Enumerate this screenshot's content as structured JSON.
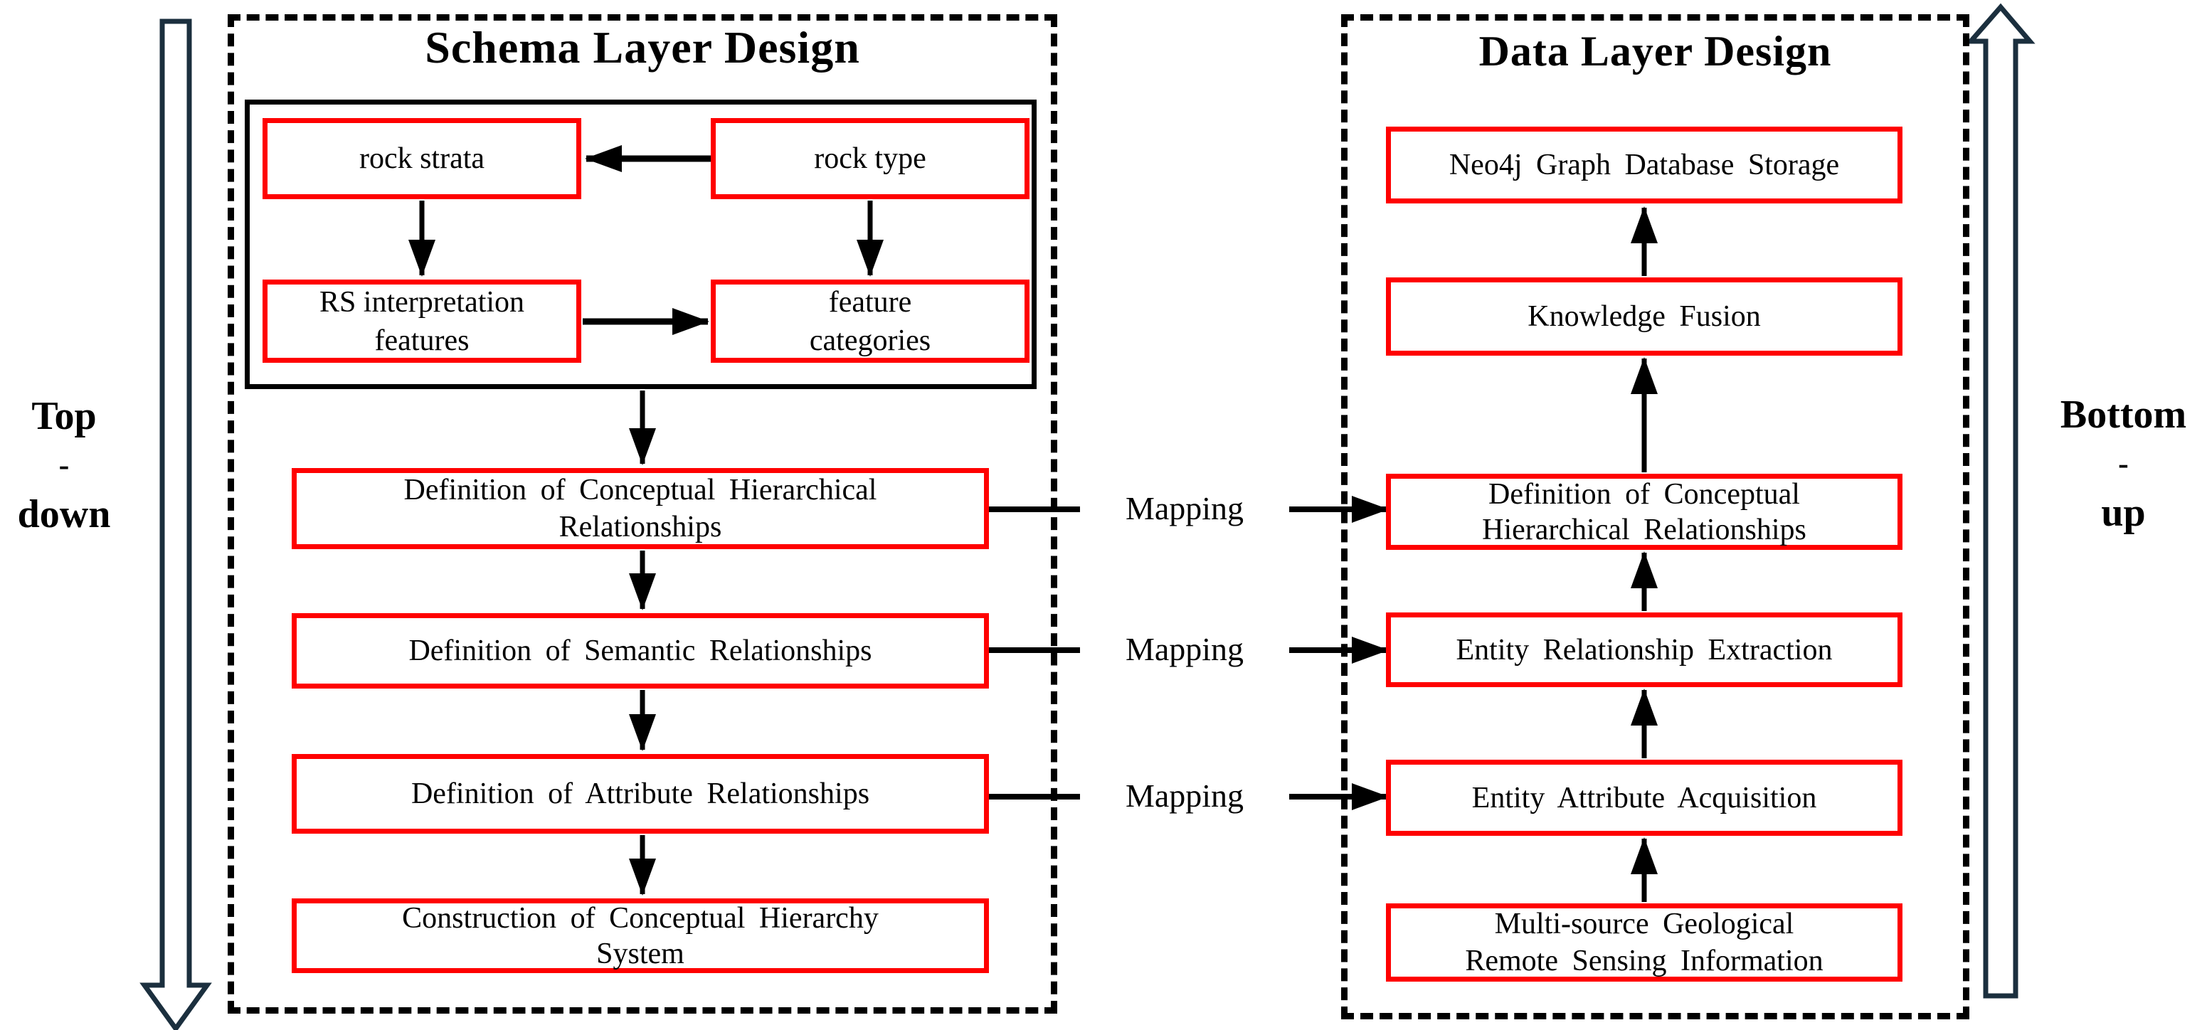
{
  "left_panel": {
    "title": "Schema Layer Design",
    "grid": {
      "rock_strata": "rock strata",
      "rock_type": "rock type",
      "rs_interpretation": {
        "l1": "RS interpretation",
        "l2": "features"
      },
      "feature_categories": {
        "l1": "feature",
        "l2": "categories"
      }
    },
    "flow": [
      {
        "l1": "Definition  of Conceptual Hierarchical",
        "l2": "Relationships"
      },
      {
        "l1": "Definition  of Semantic  Relationships"
      },
      {
        "l1": "Definition  of Attribute  Relationships"
      },
      {
        "l1": "Construction of Conceptual Hierarchy",
        "l2": "System"
      }
    ]
  },
  "right_panel": {
    "title": "Data Layer Design",
    "flow": [
      {
        "l1": "Neo4j  Graph Database  Storage"
      },
      {
        "l1": "Knowledge  Fusion"
      },
      {
        "l1": "Definition  of Conceptual",
        "l2": "Hierarchical  Relationships"
      },
      {
        "l1": "Entity  Relationship  Extraction"
      },
      {
        "l1": "Entity  Attribute  Acquisition"
      },
      {
        "l1": "Multi-source  Geological",
        "l2": "Remote Sensing  Information"
      }
    ]
  },
  "mappings": [
    {
      "label": "Mapping"
    },
    {
      "label": "Mapping"
    },
    {
      "label": "Mapping"
    }
  ],
  "side_labels": {
    "left": {
      "l1": "Top",
      "dash": "-",
      "l2": "down"
    },
    "right": {
      "l1": "Bottom",
      "dash": "-",
      "l2": "up"
    }
  },
  "colors": {
    "box_border": "#ff0000",
    "connector": "#000000",
    "big_arrow_outline": "#1b2f3e",
    "background": "#ffffff"
  }
}
